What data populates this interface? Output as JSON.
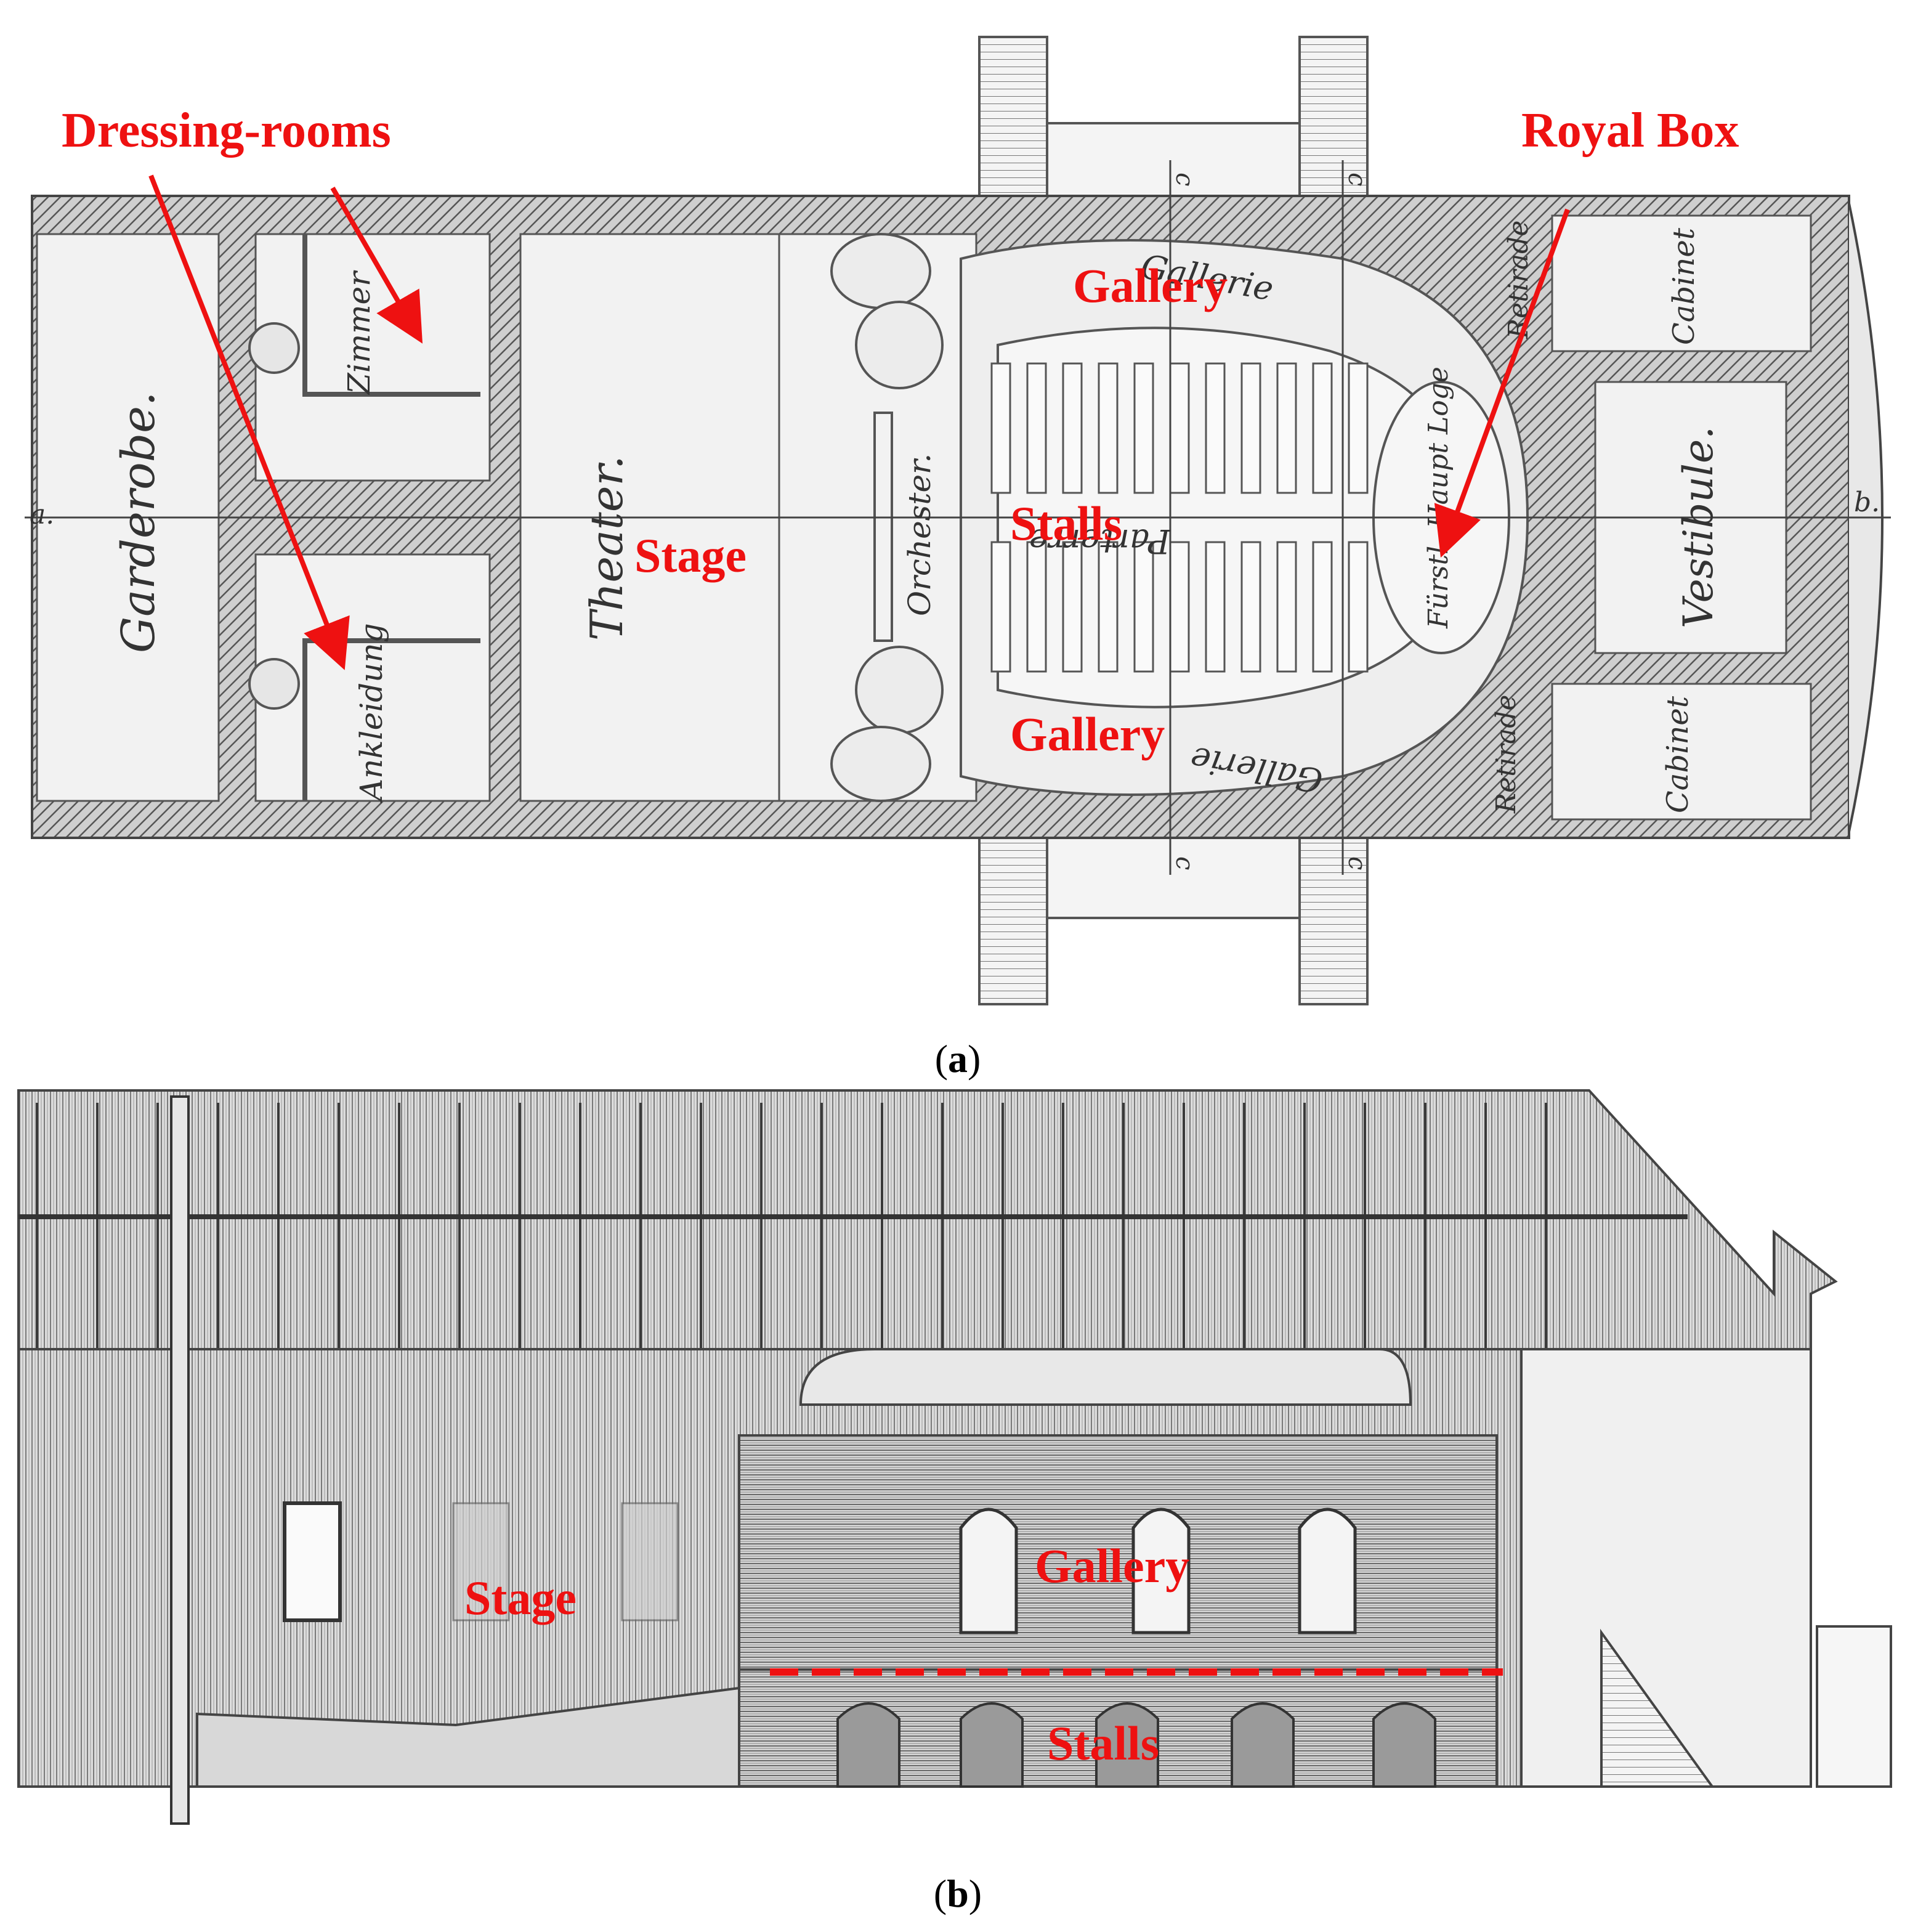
{
  "colors": {
    "annotation": "#ee1111",
    "ink": "#3a3a3a",
    "wall_fill": "#bdbdbd",
    "paper": "#f2f2f2"
  },
  "panel_a": {
    "caption_letter": "a",
    "annotations": {
      "dressing_rooms": "Dressing-rooms",
      "royal_box": "Royal Box",
      "gallery_top": "Gallery",
      "gallery_bottom": "Gallery",
      "stalls": "Stalls",
      "stage": "Stage"
    },
    "plan_labels": {
      "garderobe": "Garderobe.",
      "zimmer": "Zimmer",
      "ankleidung": "Ankleidung",
      "theater": "Theater.",
      "orchester": "Orchester.",
      "gallerie_top": "Gallerie",
      "gallerie_bottom": "Gallerie",
      "parterre": "Parterre",
      "fursten_loge": "Fürstl. Haupt Loge",
      "retirade_top": "Retirade",
      "retirade_bottom": "Retirade",
      "cabinet_top": "Cabinet",
      "cabinet_bottom": "Cabinet",
      "vestibule": "Vestibule.",
      "axis_a": "a.",
      "axis_b": "b.",
      "section_c1": "c",
      "section_c2": "c",
      "section_c3": "c",
      "section_c4": "c"
    }
  },
  "panel_b": {
    "caption_letter": "b",
    "annotations": {
      "stage": "Stage",
      "gallery": "Gallery",
      "stalls": "Stalls"
    }
  }
}
